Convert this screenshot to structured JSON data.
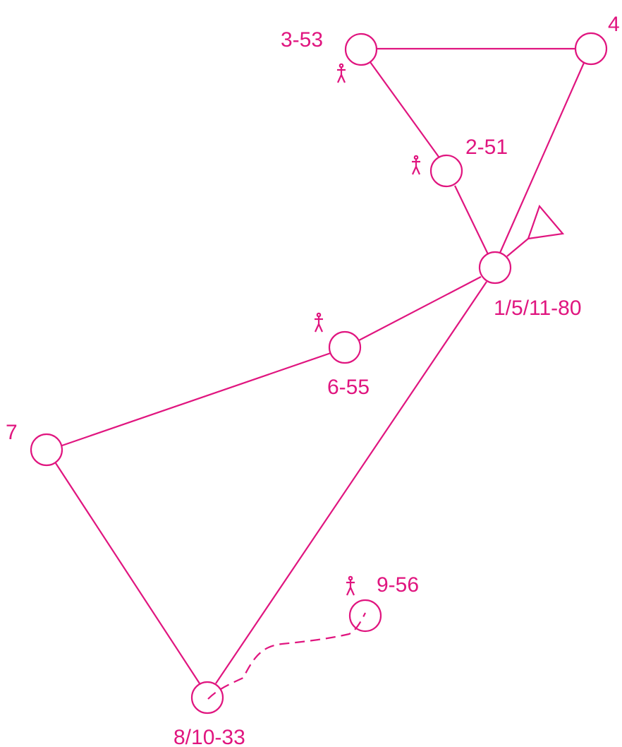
{
  "map": {
    "color": "#e0157f",
    "controls": {
      "c3": "3-53",
      "c4": "4",
      "c2": "2-51",
      "c1": "1/5/11-80",
      "c6": "6-55",
      "c7": "7",
      "c9": "9-56",
      "c8": "8/10-33"
    },
    "symbols": {
      "start": "start-triangle-icon",
      "control": "control-circle-icon",
      "water": "person-icon",
      "marked_route": "dashed-route"
    }
  }
}
